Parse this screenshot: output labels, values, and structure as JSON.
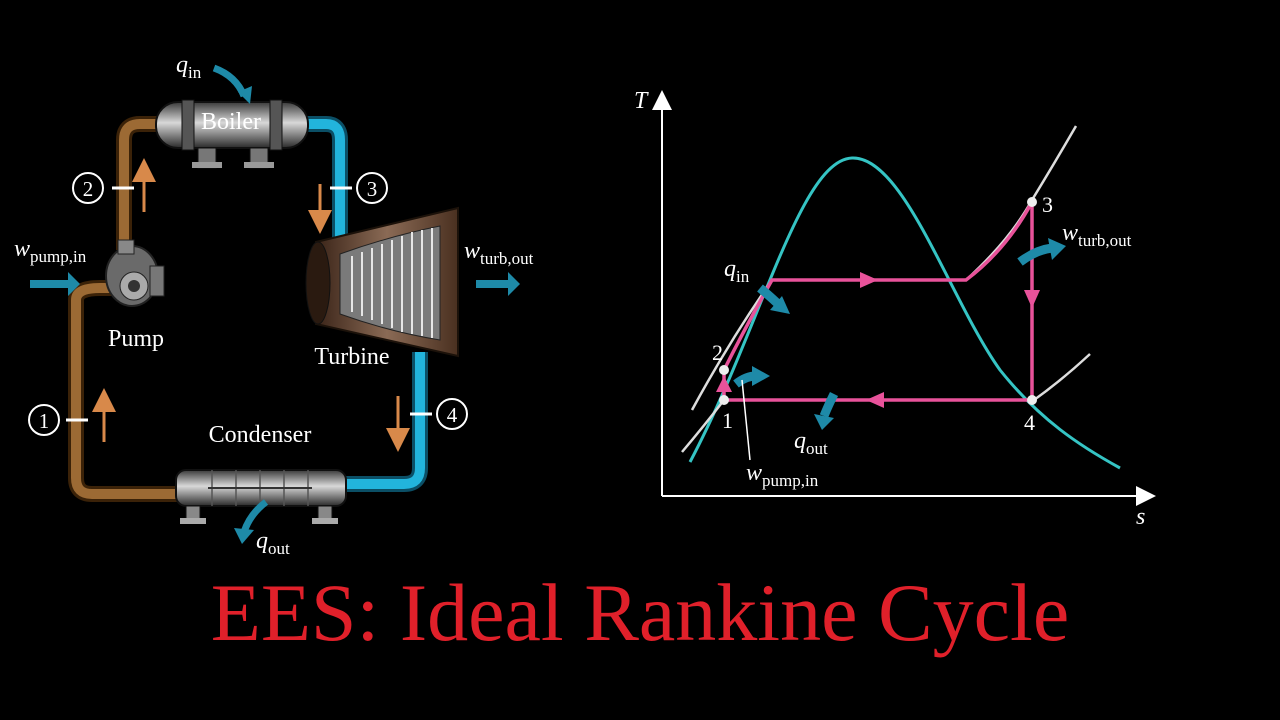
{
  "title": "EES: Ideal Rankine Cycle",
  "schematic": {
    "boiler_label": "Boiler",
    "pump_label": "Pump",
    "turbine_label": "Turbine",
    "condenser_label": "Condenser",
    "q_in": {
      "base": "q",
      "sub": "in"
    },
    "q_out": {
      "base": "q",
      "sub": "out"
    },
    "w_pump_in": {
      "base": "w",
      "sub": "pump,in"
    },
    "w_turb_out": {
      "base": "w",
      "sub": "turb,out"
    },
    "states": [
      "1",
      "2",
      "3",
      "4"
    ]
  },
  "ts_diagram": {
    "x_axis_label": "s",
    "y_axis_label": "T",
    "state_labels": [
      "1",
      "2",
      "3",
      "4"
    ],
    "q_in": {
      "base": "q",
      "sub": "in"
    },
    "q_out": {
      "base": "q",
      "sub": "out"
    },
    "w_pump_in": {
      "base": "w",
      "sub": "pump,in"
    },
    "w_turb_out": {
      "base": "w",
      "sub": "turb,out"
    }
  },
  "colors": {
    "title": "#e0202a",
    "hot_pipe": "#1aa0c8",
    "cold_pipe": "#8a5a2a",
    "cycle_line": "#e8529a",
    "dome": "#35c4c4",
    "flow_arrow": "#d8894a",
    "heat_arrow": "#1e8aa8"
  }
}
